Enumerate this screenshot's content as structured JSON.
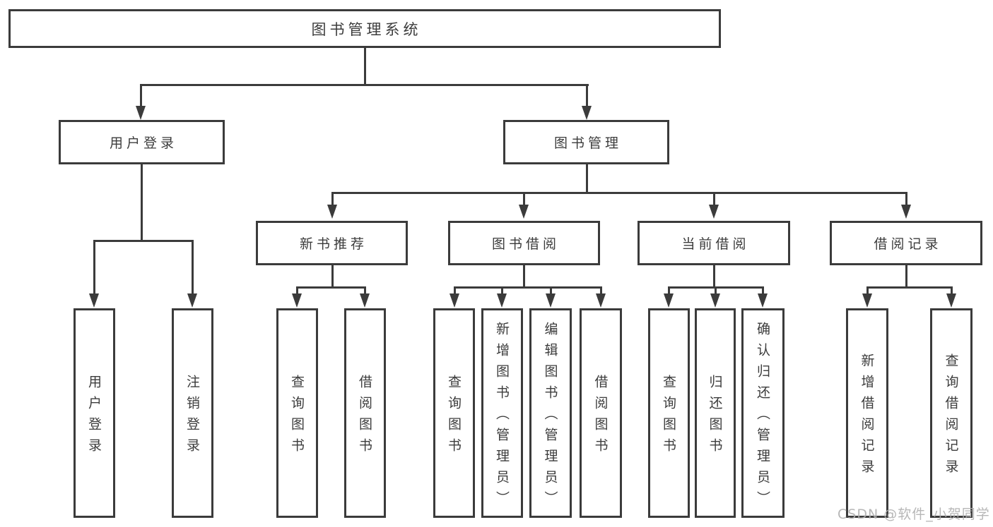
{
  "diagram": {
    "root_label": "图书管理系统",
    "level2": {
      "user_login": "用户登录",
      "book_mgmt": "图书管理"
    },
    "level3": {
      "new_books": "新书推荐",
      "book_borrow": "图书借阅",
      "current_borrow": "当前借阅",
      "borrow_records": "借阅记录"
    },
    "leaves": {
      "user_login": [
        "用户登录",
        "注销登录"
      ],
      "new_books": [
        "查询图书",
        "借阅图书"
      ],
      "book_borrow": [
        "查询图书",
        "新增图书（管理员）",
        "编辑图书（管理员）",
        "借阅图书"
      ],
      "current_borrow": [
        "查询图书",
        "归还图书",
        "确认归还（管理员）"
      ],
      "borrow_records": [
        "新增借阅记录",
        "查询借阅记录"
      ]
    },
    "watermark": "CSDN @软件_小贺同学",
    "colors": {
      "line": "#3b3b3b",
      "text": "#3c3c3c",
      "background": "#ffffff",
      "watermark": "#afafaf"
    }
  }
}
